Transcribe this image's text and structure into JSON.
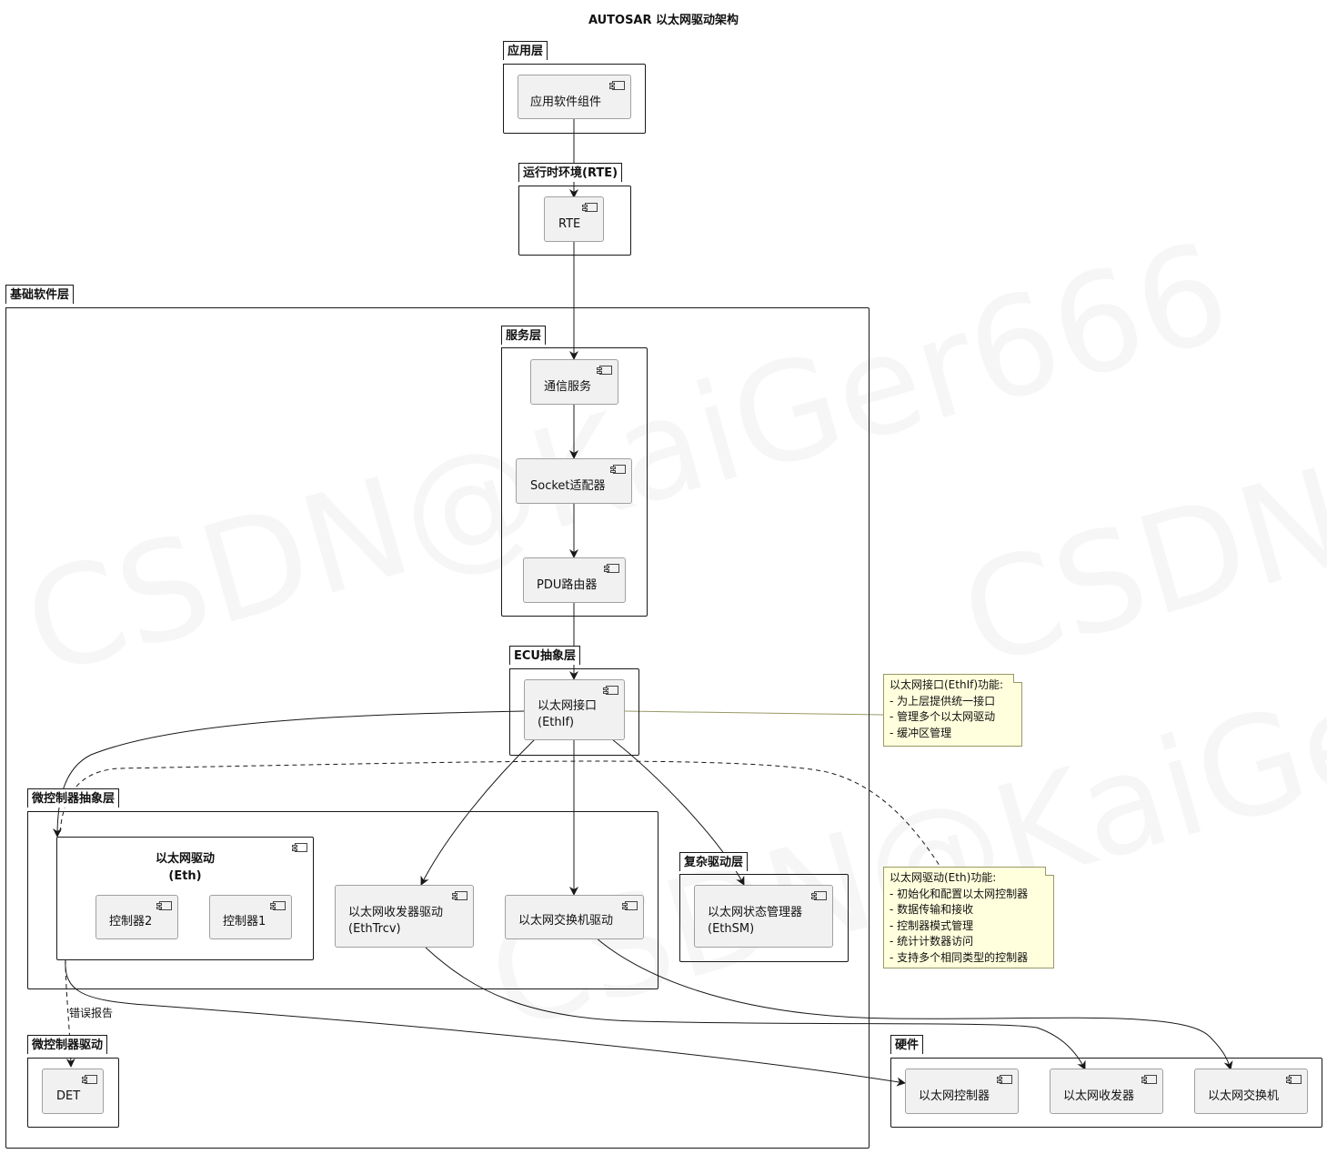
{
  "title": "AUTOSAR 以太网驱动架构",
  "watermark": "CSDN@KaiGer666",
  "packages": {
    "app_layer": "应用层",
    "rte_layer": "运行时环境(RTE)",
    "bsw_layer": "基础软件层",
    "service_layer": "服务层",
    "ecu_abstraction_layer": "ECU抽象层",
    "mcal_abstraction_layer": "微控制器抽象层",
    "complex_driver_layer": "复杂驱动层",
    "mcu_driver_layer": "微控制器驱动",
    "hardware_layer": "硬件"
  },
  "components": {
    "app_swc": "应用软件组件",
    "rte": "RTE",
    "com_services": "通信服务",
    "socket_adaptor": "Socket适配器",
    "pdu_router": "PDU路由器",
    "ethif": "以太网接口\n(EthIf)",
    "eth_driver": "以太网驱动\n(Eth)",
    "controller2": "控制器2",
    "controller1": "控制器1",
    "eth_trcv_driver": "以太网收发器驱动\n(EthTrcv)",
    "eth_switch_driver": "以太网交换机驱动",
    "ethsm": "以太网状态管理器\n(EthSM)",
    "det": "DET",
    "hw_controller": "以太网控制器",
    "hw_transceiver": "以太网收发器",
    "hw_switch": "以太网交换机"
  },
  "notes": {
    "ethif_note": [
      "以太网接口(EthIf)功能:",
      "- 为上层提供统一接口",
      "- 管理多个以太网驱动",
      "- 缓冲区管理"
    ],
    "eth_note": [
      "以太网驱动(Eth)功能:",
      "- 初始化和配置以太网控制器",
      "- 数据传输和接收",
      "- 控制器模式管理",
      "- 统计计数器访问",
      "- 支持多个相同类型的控制器"
    ]
  },
  "edge_labels": {
    "error_report": "错误报告"
  }
}
